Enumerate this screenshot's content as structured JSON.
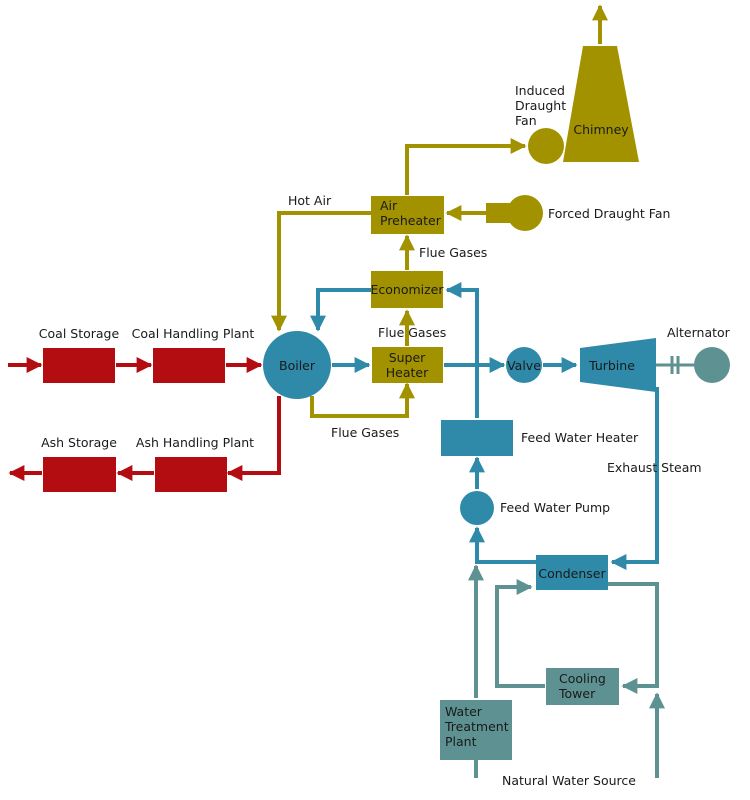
{
  "colors": {
    "coal": "#b30d12",
    "air": "#a39200",
    "water": "#2e8aa8",
    "cooling": "#5e9191",
    "text": "#1a1a1a"
  },
  "components": {
    "coal_storage": "Coal Storage",
    "coal_handling": "Coal Handling Plant",
    "ash_storage": "Ash Storage",
    "ash_handling": "Ash Handling Plant",
    "boiler": "Boiler",
    "super_heater_1": "Super",
    "super_heater_2": "Heater",
    "economizer": "Economizer",
    "air_preheater_1": "Air",
    "air_preheater_2": "Preheater",
    "chimney": "Chimney",
    "induced_fan_1": "Induced",
    "induced_fan_2": "Draught",
    "induced_fan_3": "Fan",
    "forced_fan": "Forced Draught Fan",
    "valve": "Valve",
    "turbine": "Turbine",
    "alternator": "Alternator",
    "feed_water_heater": "Feed Water Heater",
    "feed_water_pump": "Feed Water Pump",
    "condenser": "Condenser",
    "cooling_tower_1": "Cooling",
    "cooling_tower_2": "Tower",
    "water_treatment_1": "Water",
    "water_treatment_2": "Treatment",
    "water_treatment_3": "Plant",
    "natural_water": "Natural Water Source"
  },
  "labels": {
    "hot_air": "Hot Air",
    "flue_gases_top": "Flue Gases",
    "flue_gases_mid": "Flue  Gases",
    "flue_gases_bottom": "Flue Gases",
    "exhaust_steam": "Exhaust  Steam"
  }
}
